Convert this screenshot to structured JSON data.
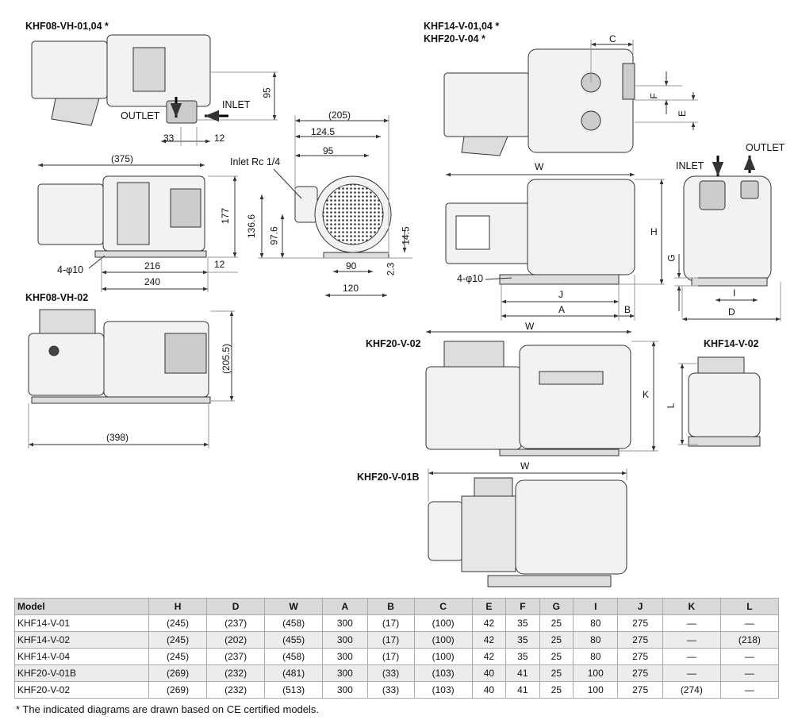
{
  "views": {
    "khf08_vh_0104": "KHF08-VH-01,04 *",
    "khf14_v_0104": "KHF14-V-01,04 *",
    "khf20_v_04": "KHF20-V-04 *",
    "khf08_vh_02": "KHF08-VH-02",
    "khf20_v_02": "KHF20-V-02",
    "khf14_v_02": "KHF14-V-02",
    "khf20_v_01b": "KHF20-V-01B"
  },
  "labels": {
    "outlet": "OUTLET",
    "inlet": "INLET",
    "inlet_rc": "Inlet Rc 1/4",
    "holes_left": "4-φ10",
    "holes_right": "4-φ10",
    "outlet_right": "OUTLET",
    "inlet_right": "INLET"
  },
  "dims": {
    "d95": "95",
    "d33": "33",
    "d12a": "12",
    "d375": "(375)",
    "d177": "177",
    "d216": "216",
    "d12b": "12",
    "d240": "240",
    "d205": "(205)",
    "d124": "124.5",
    "d95b": "95",
    "d1366": "136.6",
    "d976": "97.6",
    "d145": "14.5",
    "d23": "2.3",
    "d90": "90",
    "d120": "120",
    "d2055": "(205.5)",
    "d398": "(398)",
    "C": "C",
    "F": "F",
    "E": "E",
    "W1": "W",
    "H": "H",
    "J": "J",
    "A": "A",
    "B": "B",
    "G": "G",
    "I": "I",
    "D": "D",
    "W2": "W",
    "K": "K",
    "L": "L",
    "W3": "W"
  },
  "table": {
    "headers": [
      "Model",
      "H",
      "D",
      "W",
      "A",
      "B",
      "C",
      "E",
      "F",
      "G",
      "I",
      "J",
      "K",
      "L"
    ],
    "rows": [
      [
        "KHF14-V-01",
        "(245)",
        "(237)",
        "(458)",
        "300",
        "(17)",
        "(100)",
        "42",
        "35",
        "25",
        "80",
        "275",
        "—",
        "—"
      ],
      [
        "KHF14-V-02",
        "(245)",
        "(202)",
        "(455)",
        "300",
        "(17)",
        "(100)",
        "42",
        "35",
        "25",
        "80",
        "275",
        "—",
        "(218)"
      ],
      [
        "KHF14-V-04",
        "(245)",
        "(237)",
        "(458)",
        "300",
        "(17)",
        "(100)",
        "42",
        "35",
        "25",
        "80",
        "275",
        "—",
        "—"
      ],
      [
        "KHF20-V-01B",
        "(269)",
        "(232)",
        "(481)",
        "300",
        "(33)",
        "(103)",
        "40",
        "41",
        "25",
        "100",
        "275",
        "—",
        "—"
      ],
      [
        "KHF20-V-02",
        "(269)",
        "(232)",
        "(513)",
        "300",
        "(33)",
        "(103)",
        "40",
        "41",
        "25",
        "100",
        "275",
        "(274)",
        "—"
      ]
    ]
  },
  "footnote": "* The indicated diagrams are drawn based on CE certified models."
}
